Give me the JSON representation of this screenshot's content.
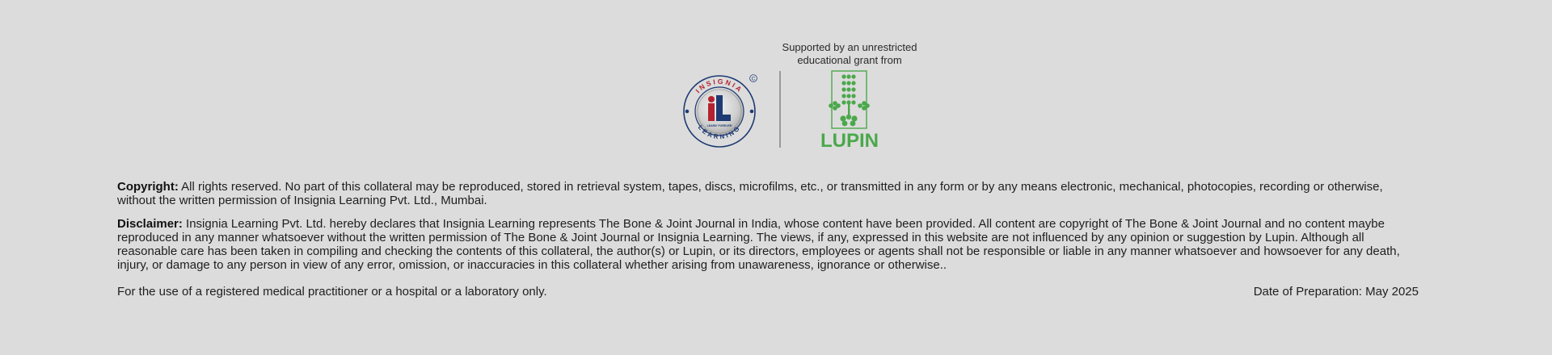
{
  "header": {
    "insignia_logo": {
      "top_text": "INSIGNIA",
      "bottom_text": "LEARNING",
      "monogram": "iL",
      "tagline": "LEARN' FOREVER",
      "copyright_mark": "©"
    },
    "grant_text": "Supported by an unrestricted educational grant from",
    "lupin_logo": {
      "wordmark": "LUPIN"
    }
  },
  "copyright": {
    "label": "Copyright:",
    "text": " All rights reserved. No part of this collateral may be reproduced, stored in retrieval system, tapes, discs, microfilms, etc., or transmitted in any form or by any means electronic, mechanical, photocopies, recording or otherwise, without the written permission of Insignia Learning Pvt. Ltd., Mumbai."
  },
  "disclaimer": {
    "label": "Disclaimer:",
    "text": " Insignia Learning Pvt. Ltd. hereby declares that Insignia Learning represents The Bone & Joint Journal in India, whose content have been provided. All content are copyright of The Bone & Joint Journal and no content maybe reproduced in any manner whatsoever without the written permission of The Bone & Joint Journal or Insignia Learning. The views, if any, expressed in this website are not influenced by any opinion or suggestion by Lupin. Although all reasonable care has been taken in compiling and checking the contents of this collateral, the author(s) or Lupin, or its directors, employees or agents shall not be responsible or liable in any manner whatsoever and howsoever for any death, injury, or damage to any person in view of any error, omission, or inaccuracies in this collateral whether arising from unawareness, ignorance or otherwise.."
  },
  "footer": {
    "usage_note": "For the use of a registered medical practitioner or a hospital or a laboratory only.",
    "date_of_preparation": "Date of Preparation: May 2025"
  },
  "colors": {
    "background": "#dcdcdc",
    "insignia_navy": "#1f3b73",
    "insignia_red": "#b3232f",
    "lupin_green": "#4aa84a"
  }
}
